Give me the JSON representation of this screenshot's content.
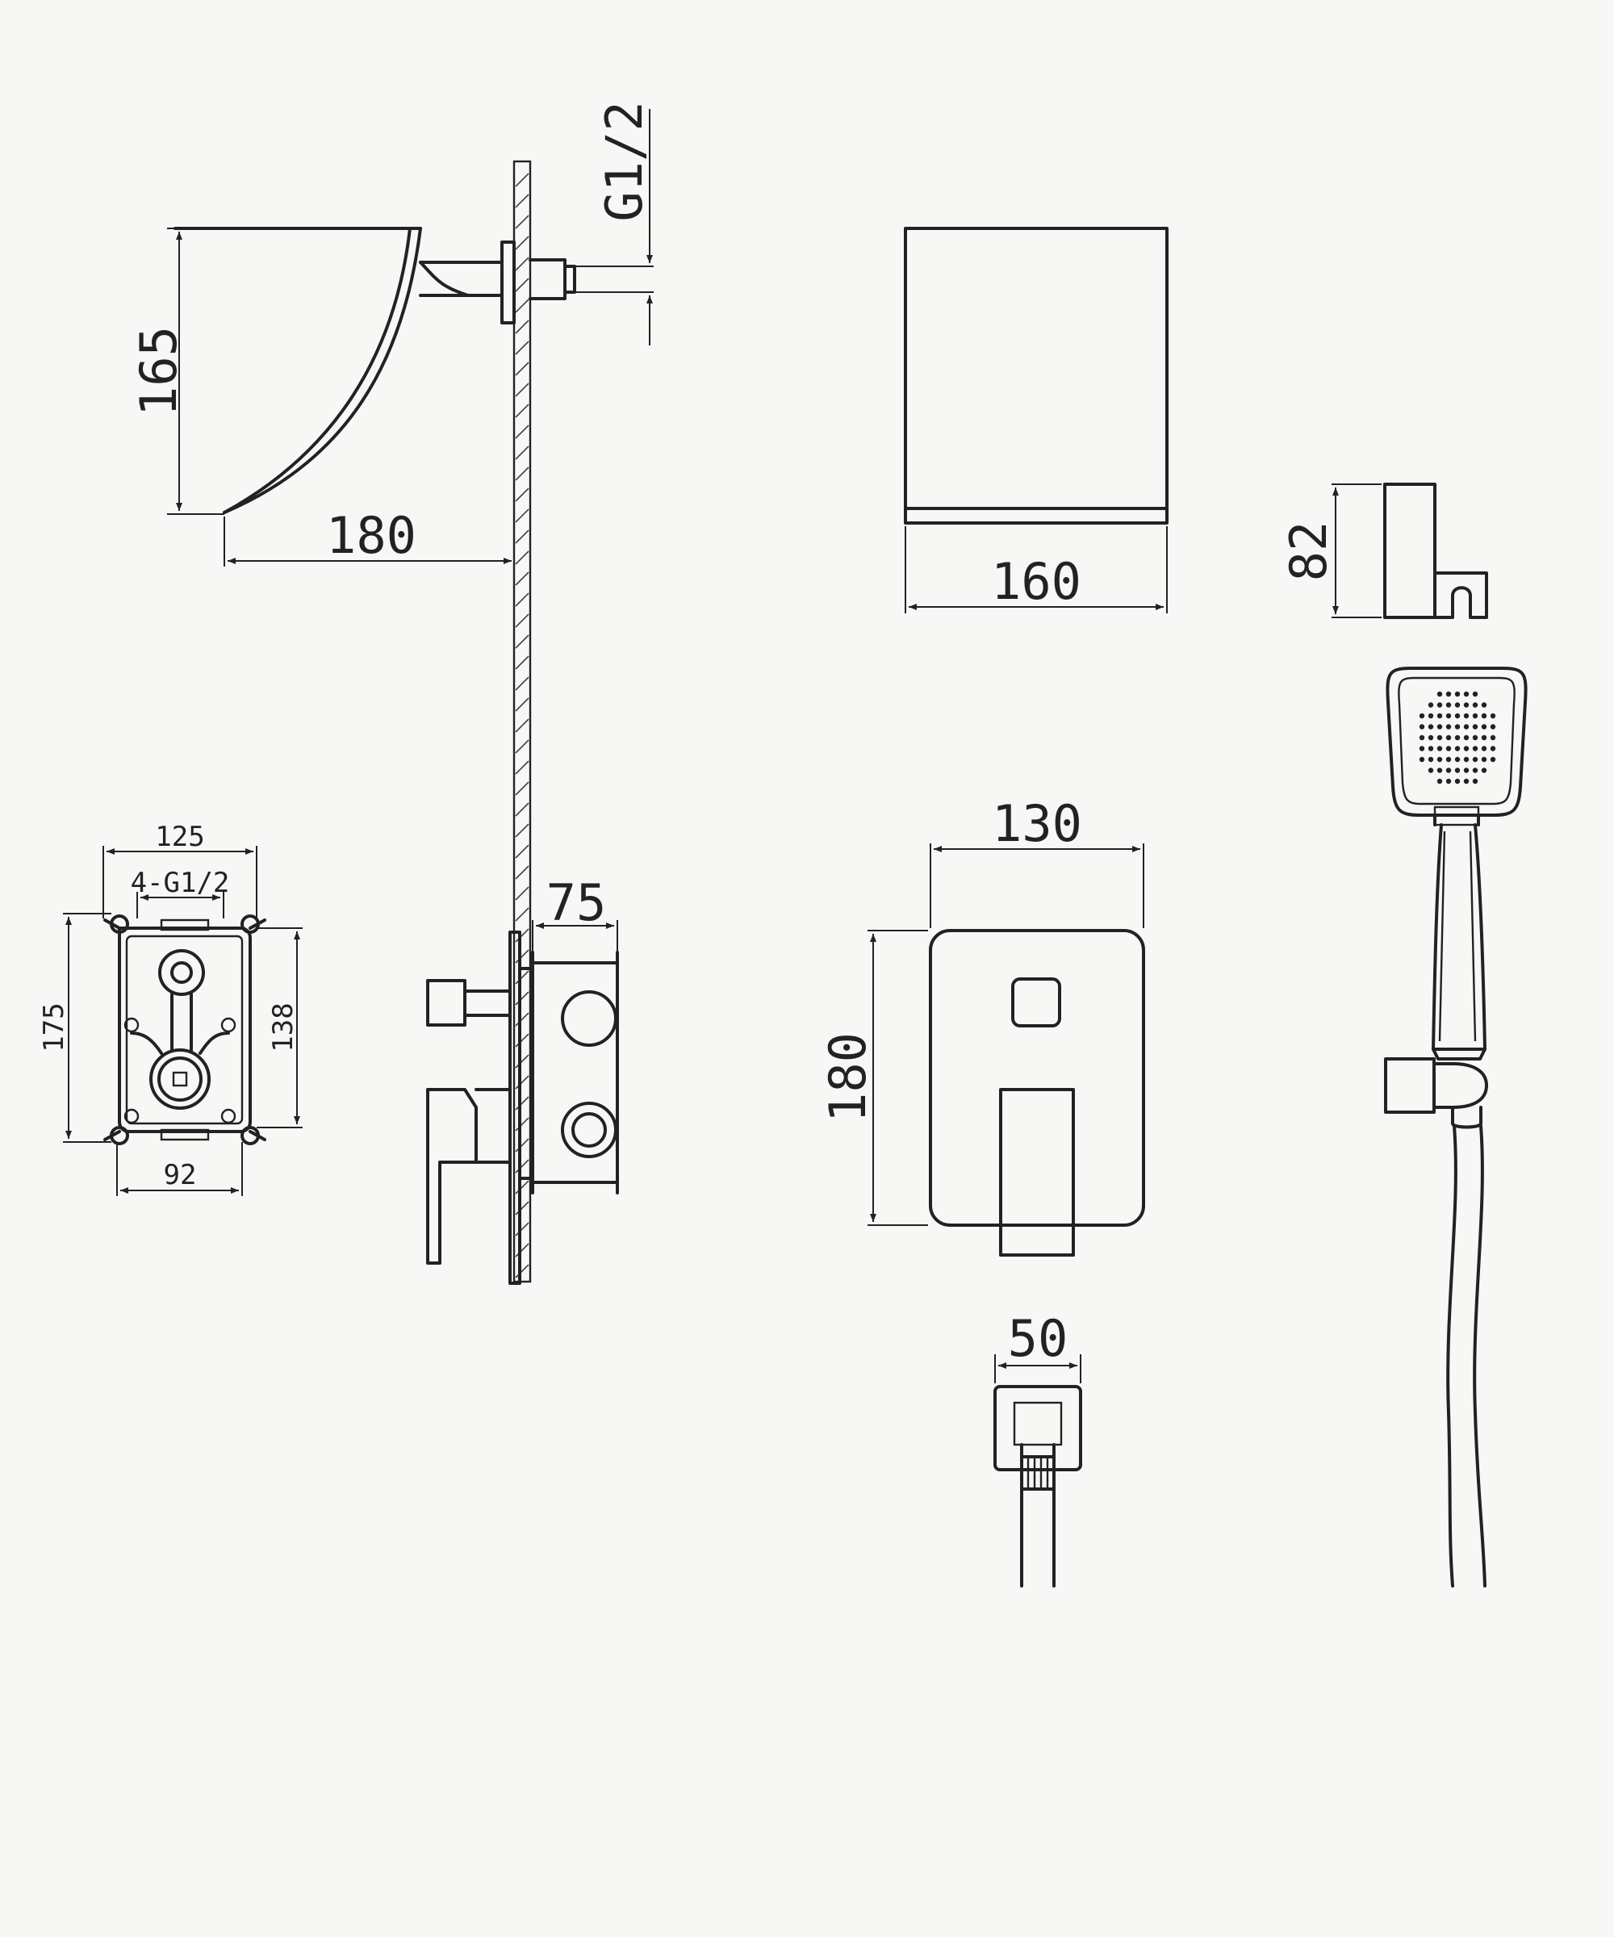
{
  "colors": {
    "line": "#222222",
    "background": "#f7f7f6"
  },
  "dimensions": {
    "spout_height": "165",
    "spout_projection": "180",
    "inlet_thread": "G1/2",
    "spout_width": "160",
    "holder_height": "82",
    "box_width": "125",
    "box_inlets": "4-G1/2",
    "box_height": "175",
    "box_inner_height": "138",
    "box_bottom_width": "92",
    "box_depth": "75",
    "plate_width": "130",
    "plate_height": "180",
    "outlet_width": "50"
  }
}
